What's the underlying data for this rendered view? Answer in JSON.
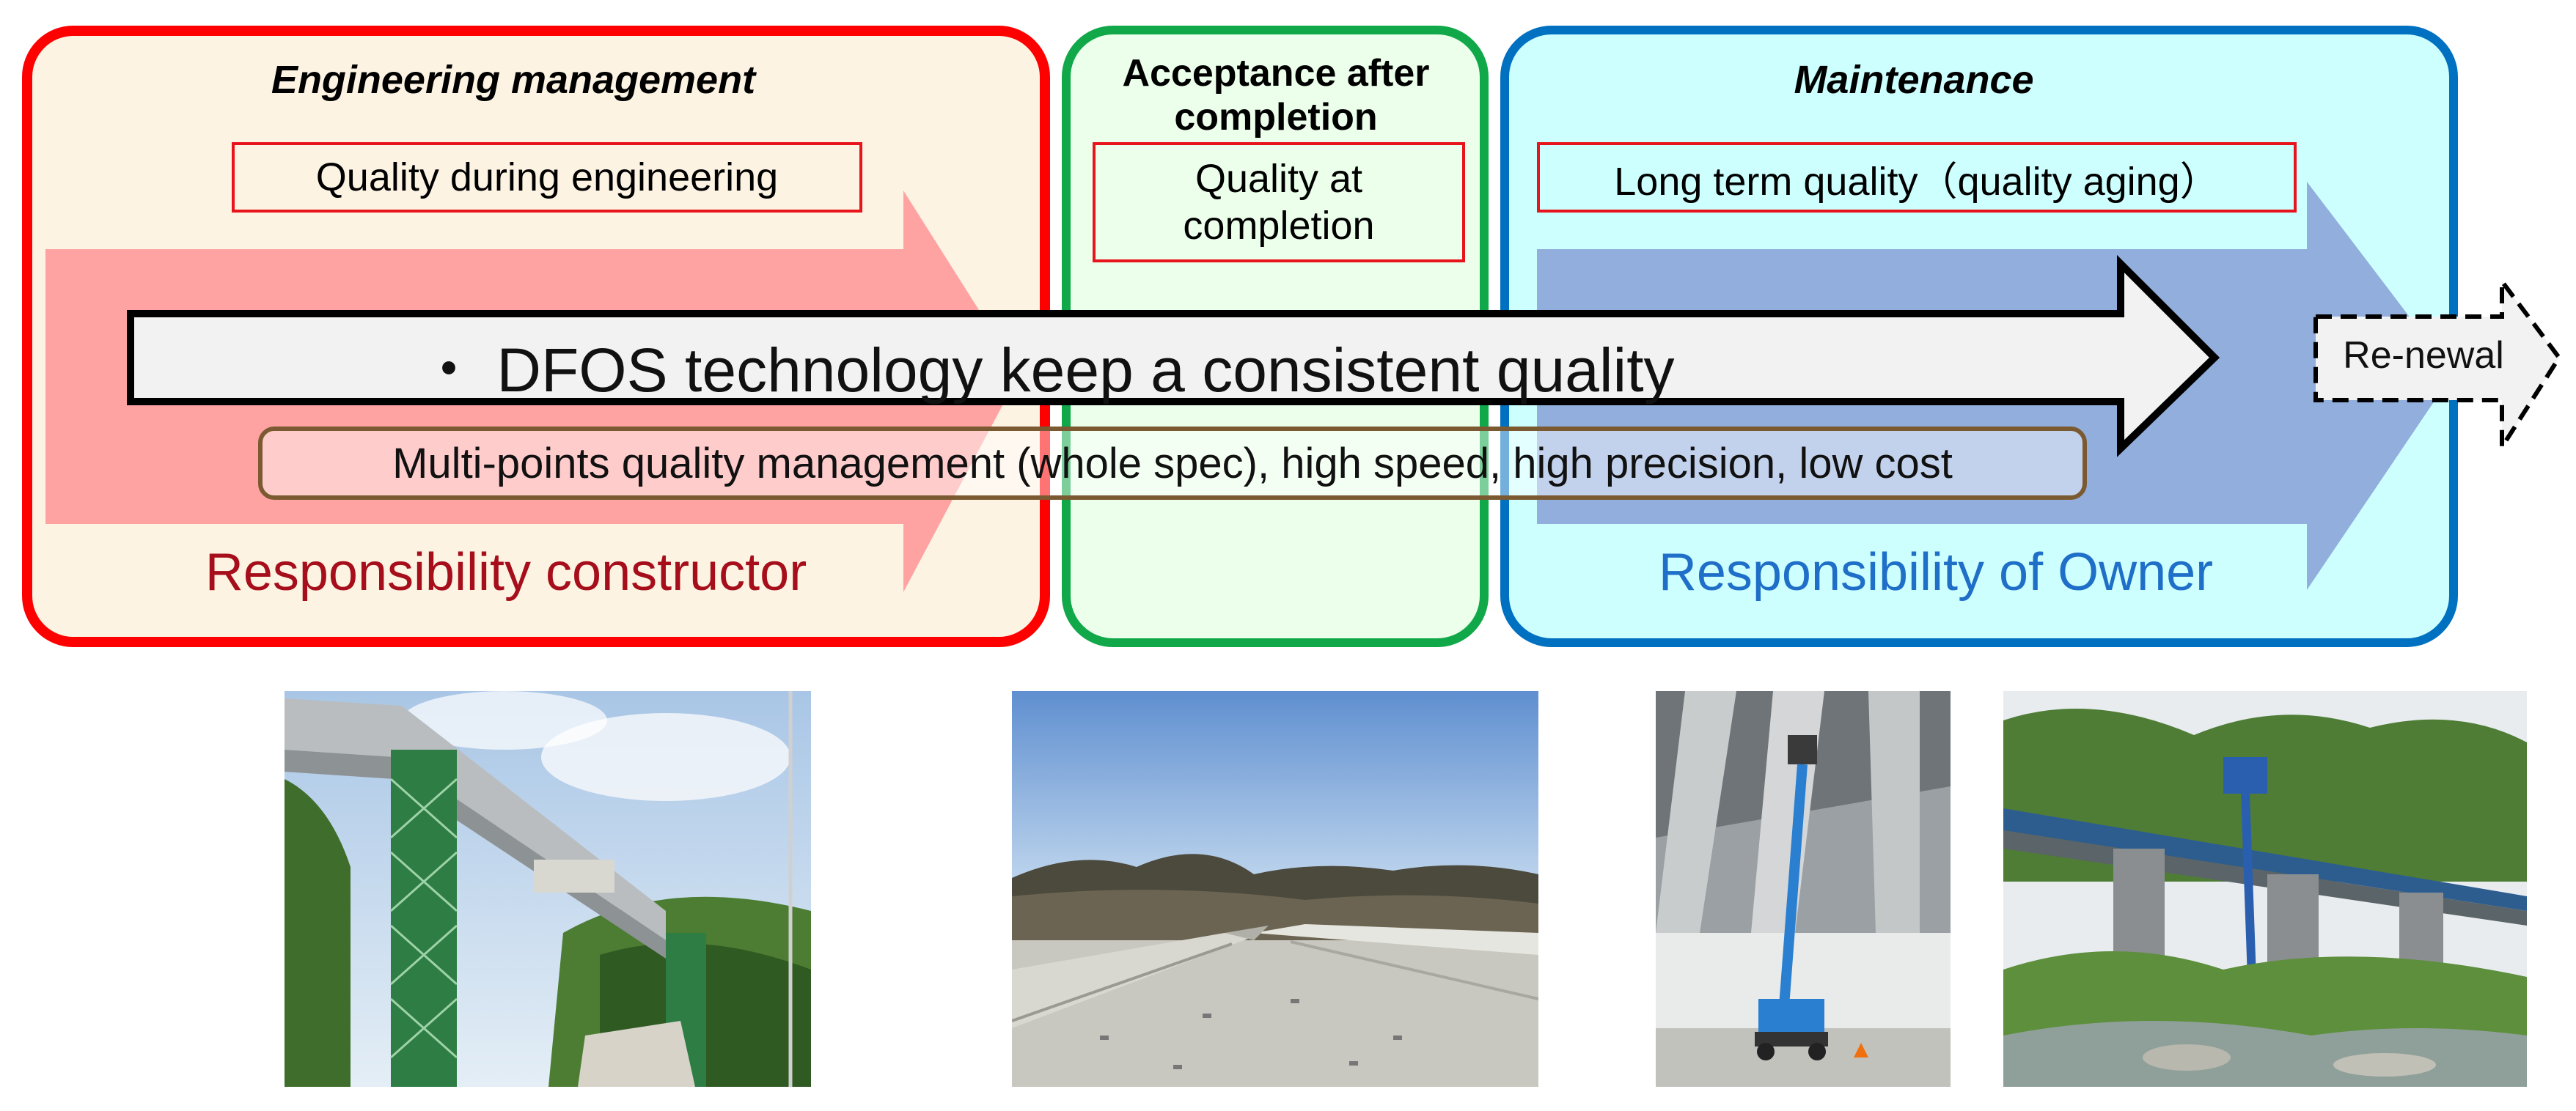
{
  "sections": {
    "engineering": {
      "heading": "Engineering management",
      "quality_box": "Quality during engineering",
      "responsibility": "Responsibility constructor",
      "border_color": "#ff0000",
      "fill_color": "#fdf3e3"
    },
    "acceptance": {
      "heading": "Acceptance after completion",
      "quality_box": "Quality at completion",
      "border_color": "#11a84a",
      "fill_color": "#ebffeb"
    },
    "maintenance": {
      "heading": "Maintenance",
      "quality_box": "Long term quality（quality aging）",
      "responsibility": "Responsibility of Owner",
      "border_color": "#0070c0",
      "fill_color": "#cdffff"
    }
  },
  "main_arrow": {
    "label": "・ DFOS technology keep a consistent quality",
    "fill_color": "#f2f2f2"
  },
  "features_box": {
    "label": "Multi-points quality management (whole spec), high speed, high precision, low cost"
  },
  "renewal_arrow": {
    "label": "Re-newal",
    "style": "dashed"
  },
  "photos": [
    {
      "subject": "bridge-under-construction"
    },
    {
      "subject": "completed-bridge-deck"
    },
    {
      "subject": "bridge-underside-lift-inspection"
    },
    {
      "subject": "bridge-inspection-vehicle"
    }
  ]
}
